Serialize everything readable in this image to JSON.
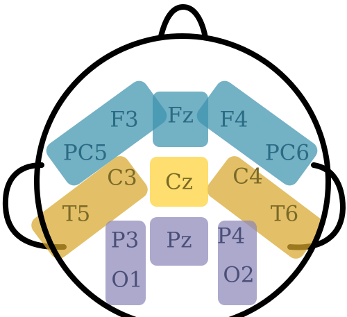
{
  "colors": {
    "frontal": "#3d93ae",
    "central": "#fcd64a",
    "temporal": "#d8a62c",
    "posterior": "#8c88ba",
    "outline": "#000000",
    "label_blue": "#2b6b84",
    "label_yellow": "#7a6a28",
    "label_purple": "#4b4f78"
  },
  "electrodes": {
    "f3": "F3",
    "fz": "Fz",
    "f4": "F4",
    "pc5": "PC5",
    "pc6": "PC6",
    "c3": "C3",
    "cz": "Cz",
    "c4": "C4",
    "t5": "T5",
    "t6": "T6",
    "p3": "P3",
    "pz": "Pz",
    "p4": "P4",
    "o1": "O1",
    "o2": "O2"
  }
}
